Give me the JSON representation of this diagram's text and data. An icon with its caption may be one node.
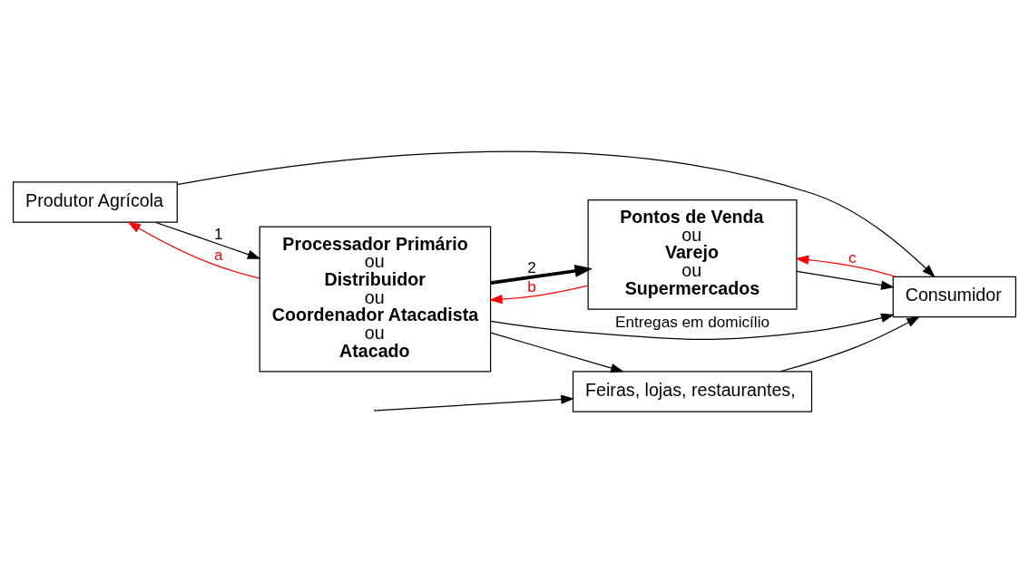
{
  "diagram": {
    "nodes": [
      {
        "text": [
          "Produtor Agrícola"
        ]
      },
      {
        "text": [
          "Processador Primário",
          "ou",
          "Distribuidor",
          "ou",
          "Coordenador Atacadista",
          "ou",
          "Atacado"
        ]
      },
      {
        "text": [
          "Pontos de Venda",
          "ou",
          "Varejo",
          "ou",
          "Supermercados"
        ]
      },
      {
        "text": [
          "Feiras, lojas, restaurantes,"
        ]
      },
      {
        "text": [
          "Consumidor"
        ]
      }
    ],
    "edges": [
      {
        "from": 0,
        "to": 1,
        "arrow": "to",
        "label": "1"
      },
      {
        "from": 1,
        "to": 0,
        "arrow": "to",
        "label": "a",
        "color": "#ff0000"
      },
      {
        "from": 1,
        "to": 2,
        "arrow": "to",
        "label": "2",
        "style": "thick"
      },
      {
        "from": 2,
        "to": 1,
        "arrow": "to",
        "label": "b",
        "color": "#ff0000"
      },
      {
        "from": 1,
        "to": 3,
        "arrow": "to"
      },
      {
        "from": 4,
        "to": 2,
        "arrow": "to",
        "label": "c",
        "color": "#ff0000"
      },
      {
        "from": 2,
        "to": 4,
        "arrow": "to"
      },
      {
        "from": 3,
        "to": 4,
        "arrow": "to"
      },
      {
        "from": 1,
        "to": 4,
        "arrow": "to",
        "label": "Entregas em domicílio"
      },
      {
        "from": null,
        "to": 3,
        "arrow": "to"
      },
      {
        "from": 0,
        "to": 4,
        "arrow": "to"
      }
    ]
  }
}
